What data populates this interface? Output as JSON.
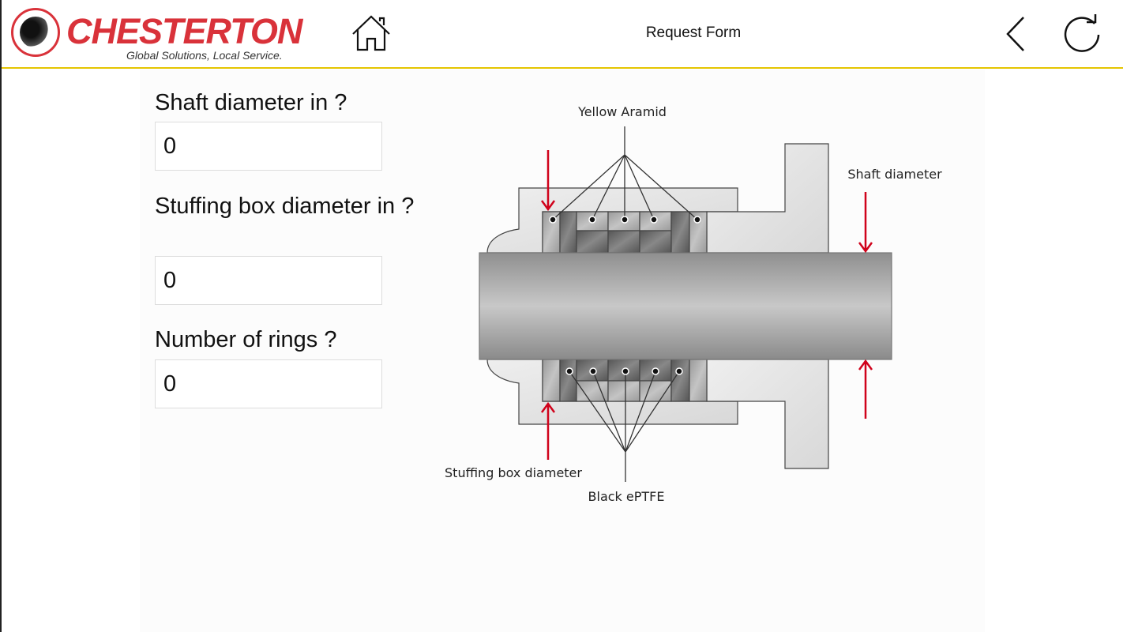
{
  "header": {
    "logo_name": "CHESTERTON",
    "logo_tagline": "Global Solutions, Local Service.",
    "title": "Request Form"
  },
  "form": {
    "shaft_label": "Shaft diameter in ?",
    "shaft_value": "0",
    "box_label": "Stuffing box diameter in ?",
    "box_value": "0",
    "rings_label": "Number of rings ?",
    "rings_value": "0"
  },
  "diagram": {
    "yellow_aramid": "Yellow Aramid",
    "black_eptfe": "Black ePTFE",
    "shaft_diameter": "Shaft diameter",
    "stuffing_box_diameter": "Stuffing box diameter",
    "arrow_color": "#d0021b"
  }
}
